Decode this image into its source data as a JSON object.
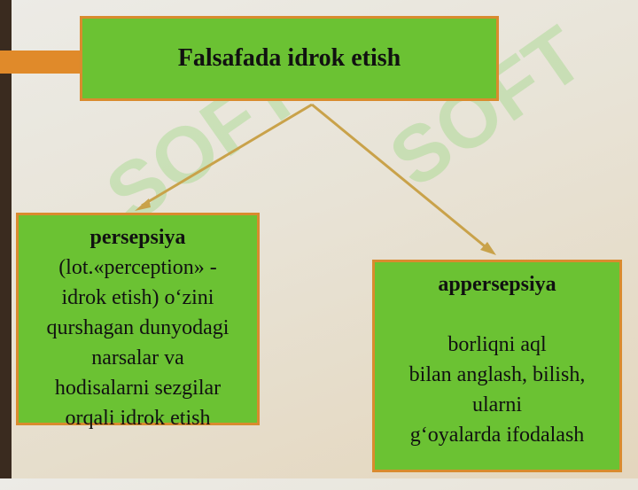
{
  "title": "Falsafada idrok etish",
  "left": {
    "heading": "persepsiya",
    "lines": [
      "(lot.«perception» -",
      "idrok etish) o‘zini",
      "qurshagan dunyodagi",
      "narsalar va",
      "hodisalarni sezgilar",
      "orqali idrok etish"
    ]
  },
  "right": {
    "heading": "appersepsiya",
    "lines": [
      "borliqni aql",
      "bilan anglash, bilish,",
      "ularni",
      "g‘oyalarda ifodalash"
    ]
  },
  "watermark": "SOFT",
  "colors": {
    "box_fill": "#6bc233",
    "box_border": "#d98b2e",
    "arrow": "#c9a24a",
    "accent_tab": "#e08a2a"
  }
}
